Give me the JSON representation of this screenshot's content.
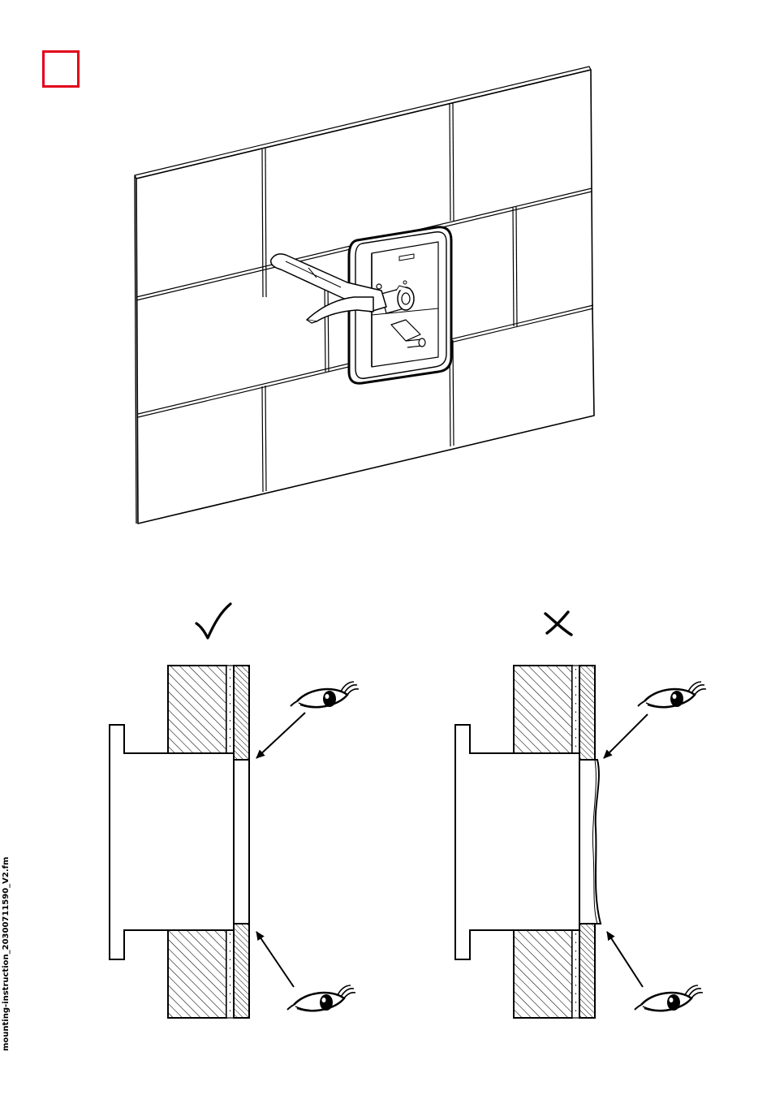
{
  "page": {
    "step_marker_color": "#e2001a",
    "line_color": "#000000",
    "footer_filename": "mounting-instruction_20300711590_V2.fm"
  },
  "illustration": {
    "icons": [
      "tiled-wall",
      "shower-mixer-trim-plate",
      "mixer-lever",
      "spout",
      "check-icon",
      "cross-icon",
      "eye-icon"
    ]
  },
  "comparison": {
    "correct_symbol": "✓",
    "incorrect_symbol": "✗"
  }
}
